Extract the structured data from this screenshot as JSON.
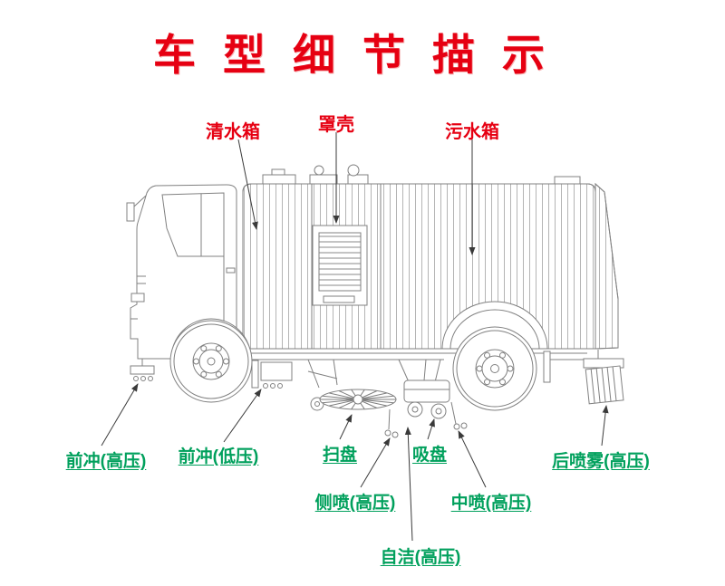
{
  "title": {
    "text": "车型细节描示"
  },
  "colors": {
    "title_red": "#e60012",
    "top_label_red": "#e60012",
    "bottom_label_green": "#00a05c",
    "drawing_line": "#808080",
    "arrow_line": "#3a3a3a"
  },
  "annotations": {
    "top": [
      {
        "id": "clean-water-tank",
        "text": "清水箱"
      },
      {
        "id": "cover-shell",
        "text": "罩壳"
      },
      {
        "id": "sewage-tank",
        "text": "污水箱"
      }
    ],
    "bottom": [
      {
        "id": "front-flush-high-pressure",
        "text": "前冲(高压)"
      },
      {
        "id": "front-flush-low-pressure",
        "text": "前冲(低压)"
      },
      {
        "id": "sweep-disc",
        "text": "扫盘"
      },
      {
        "id": "suction-plate",
        "text": "吸盘"
      },
      {
        "id": "rear-spray-high-pressure",
        "text": "后喷雾(高压)"
      },
      {
        "id": "side-spray-high-pressure",
        "text": "侧喷(高压)"
      },
      {
        "id": "middle-spray-high-pressure",
        "text": "中喷(高压)"
      },
      {
        "id": "self-clean-high-pressure",
        "text": "自洁(高压)"
      }
    ]
  }
}
